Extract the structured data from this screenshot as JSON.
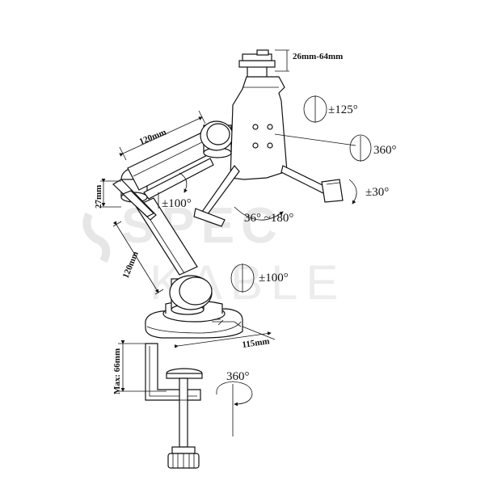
{
  "watermark": {
    "line1": "SPEC",
    "line2": "KABLE"
  },
  "dimensions": {
    "clamp_width": "26mm-64mm",
    "upper_arm": "120mm",
    "joint_height": "27mm",
    "lower_arm": "120mm",
    "base_depth": "115mm",
    "clamp_max": "Max: 66mm"
  },
  "rotations": {
    "holder_tilt": "±125°",
    "holder_rotate": "360°",
    "holder_side": "±30°",
    "holder_swing": "36° ~180°",
    "elbow": "±100°",
    "base_joint": "±100°",
    "base_rotate": "360°"
  },
  "colors": {
    "line": "#111111",
    "watermark": "#e9e9e9"
  }
}
